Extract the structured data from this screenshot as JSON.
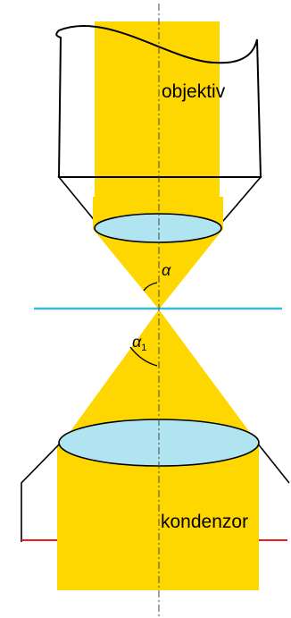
{
  "labels": {
    "objective": "objektiv",
    "condenser": "kondenzor",
    "alpha": "α",
    "alpha1": "α",
    "alpha1_subscript": "1"
  },
  "colors": {
    "light_beam": "#FFD700",
    "lens": "#B0E4F0",
    "specimen_plane": "#3CB8D8",
    "outline": "#000000",
    "condenser_stage": "#E8201A",
    "axis": "#444444"
  }
}
